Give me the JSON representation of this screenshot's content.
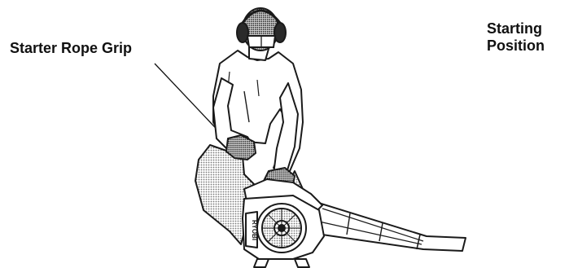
{
  "labels": {
    "starter_rope_grip": "Starter Rope Grip",
    "position_line1": "Starting",
    "position_line2": "Position"
  },
  "engine_text": "RYOBI",
  "colors": {
    "line": "#1a1a1a",
    "shade": "#8a8a8a",
    "background": "#ffffff"
  },
  "icons": [
    "operator-figure",
    "leaf-blower",
    "ear-muffs",
    "safety-glasses"
  ]
}
